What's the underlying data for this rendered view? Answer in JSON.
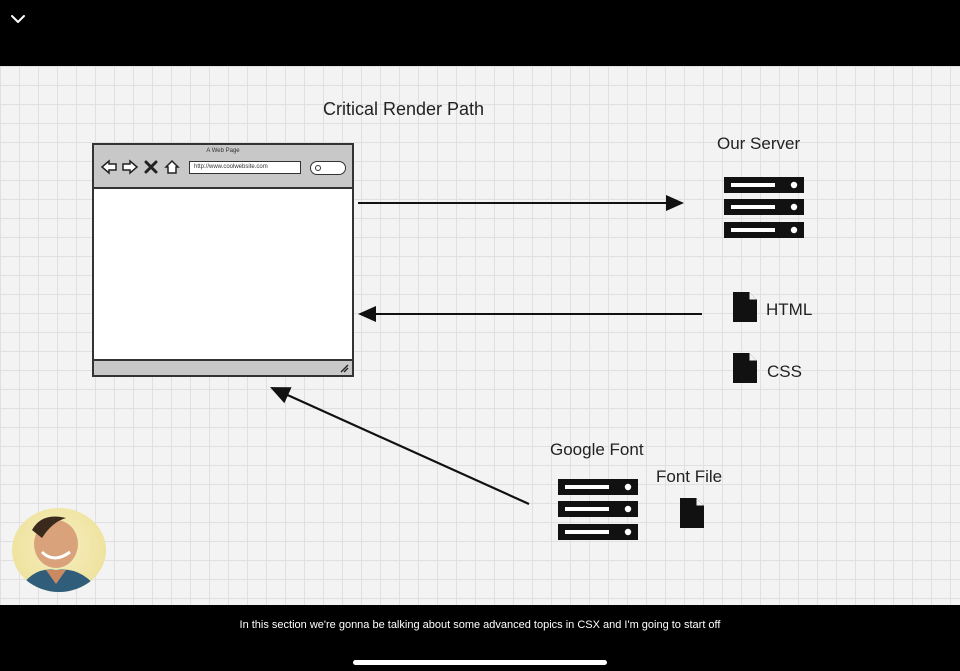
{
  "player": {
    "collapse_icon": "chevron-down-icon"
  },
  "slide": {
    "title": "Critical Render Path",
    "browser": {
      "caption": "A Web Page",
      "url": "http://www.coolwebsite.com",
      "nav_icons": [
        "back-arrow-icon",
        "forward-arrow-icon",
        "close-x-icon",
        "home-icon"
      ]
    },
    "server_label": "Our Server",
    "files": [
      {
        "label": "HTML",
        "icon": "document-icon"
      },
      {
        "label": "CSS",
        "icon": "document-icon"
      }
    ],
    "google_font_label": "Google Font",
    "font_file_label": "Font File"
  },
  "caption": {
    "text": "In this section we're gonna be talking about some advanced topics in CSX and I'm going to start off"
  },
  "colors": {
    "background": "#000000",
    "slide_bg": "#f3f3f3",
    "grid": "#e0e0e0",
    "ink": "#111111",
    "caption_text": "#ffffff"
  }
}
